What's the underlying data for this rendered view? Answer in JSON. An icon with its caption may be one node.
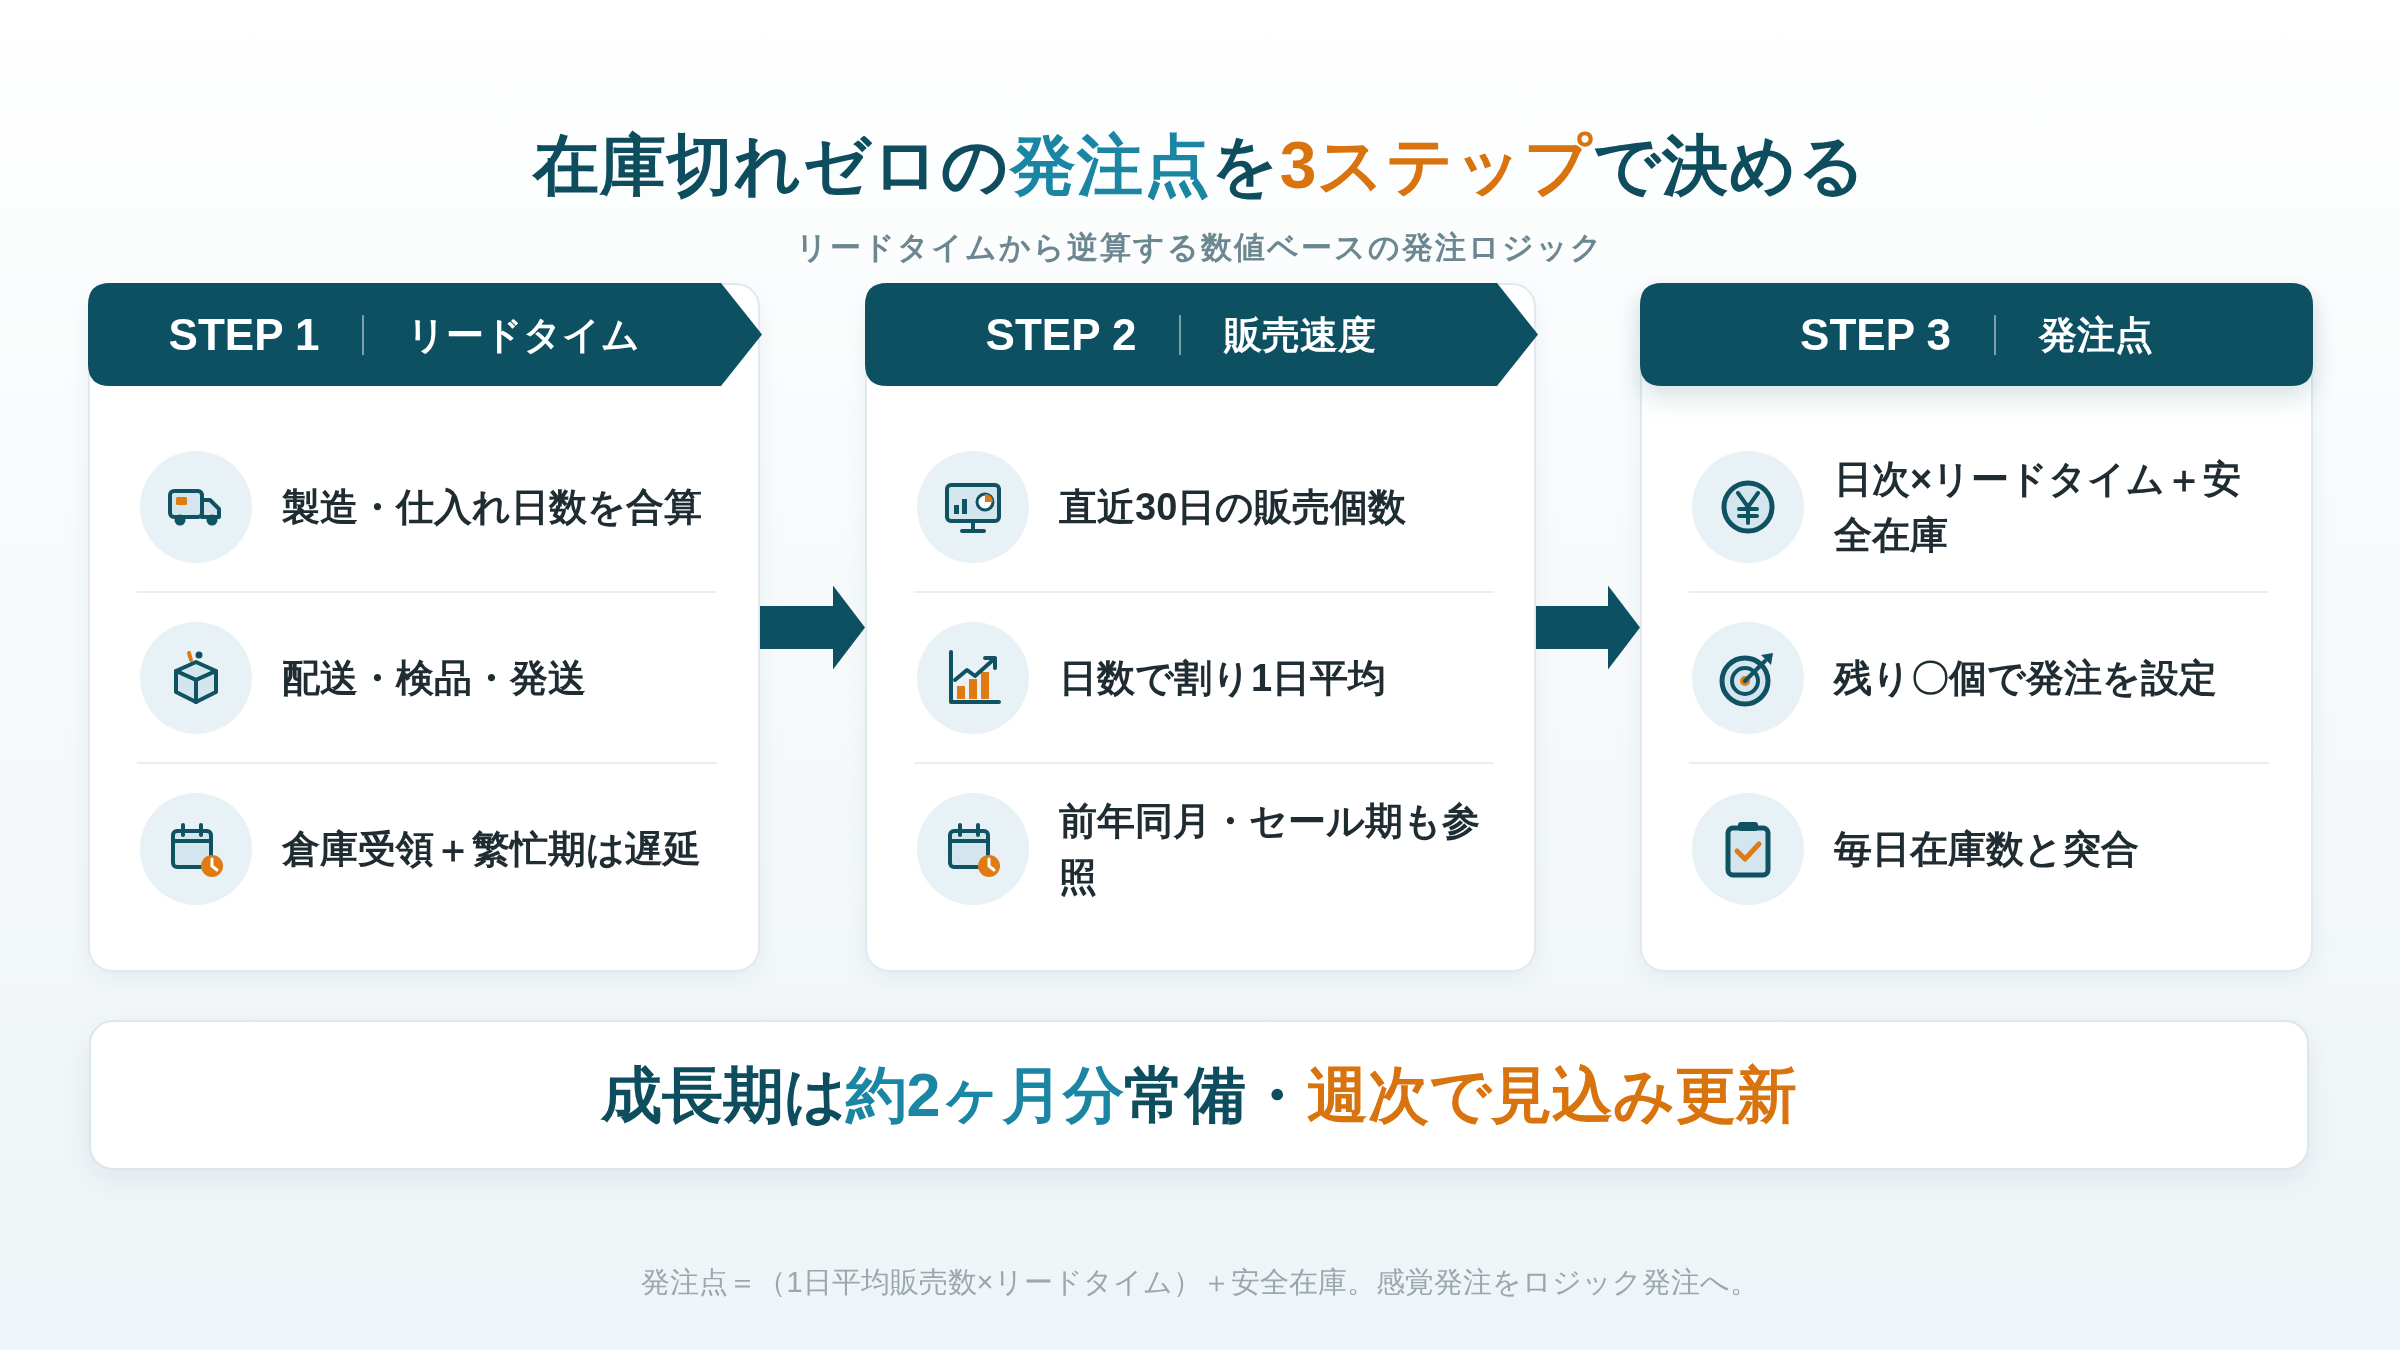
{
  "diagram": {
    "title": "在庫切れゼロの**発注点**を**3ステップ**で決める",
    "caption": "発注点＝（1日平均販売数×リードタイム）＋安全在庫。感覚発注をロジック発注へ。",
    "nodes": [
      {
        "text": [
          "STEP 1",
          "リードタイム"
        ]
      },
      {
        "text": [
          "製造・仕入れ日数を合算"
        ],
        "in": 0
      },
      {
        "text": [
          "配送・検品・発送"
        ],
        "in": 0
      },
      {
        "text": [
          "倉庫受領＋繁忙期は遅延"
        ],
        "in": 0
      },
      {
        "text": [
          "STEP 2",
          "販売速度"
        ]
      },
      {
        "text": [
          "直近30日の販売個数"
        ],
        "in": 4
      },
      {
        "text": [
          "日数で割り1日平均"
        ],
        "in": 4
      },
      {
        "text": [
          "前年同月・セール期も参照"
        ],
        "in": 4
      },
      {
        "text": [
          "STEP 3",
          "発注点"
        ]
      },
      {
        "text": [
          "日次×リードタイム＋安全在庫"
        ],
        "in": 8
      },
      {
        "text": [
          "残り〇個で発注を設定"
        ],
        "in": 8
      },
      {
        "text": [
          "毎日在庫数と突合"
        ],
        "in": 8
      },
      {
        "text": [
          "成長期は**約2ヶ月分**常備・*週次で見込み更新*"
        ]
      }
    ],
    "edges": [
      {
        "from": 0,
        "to": 4,
        "arrow": "to"
      },
      {
        "from": 4,
        "to": 8,
        "arrow": "to"
      }
    ],
    "labels": [
      "リードタイムから逆算する数値ベースの発注ロジック"
    ]
  }
}
